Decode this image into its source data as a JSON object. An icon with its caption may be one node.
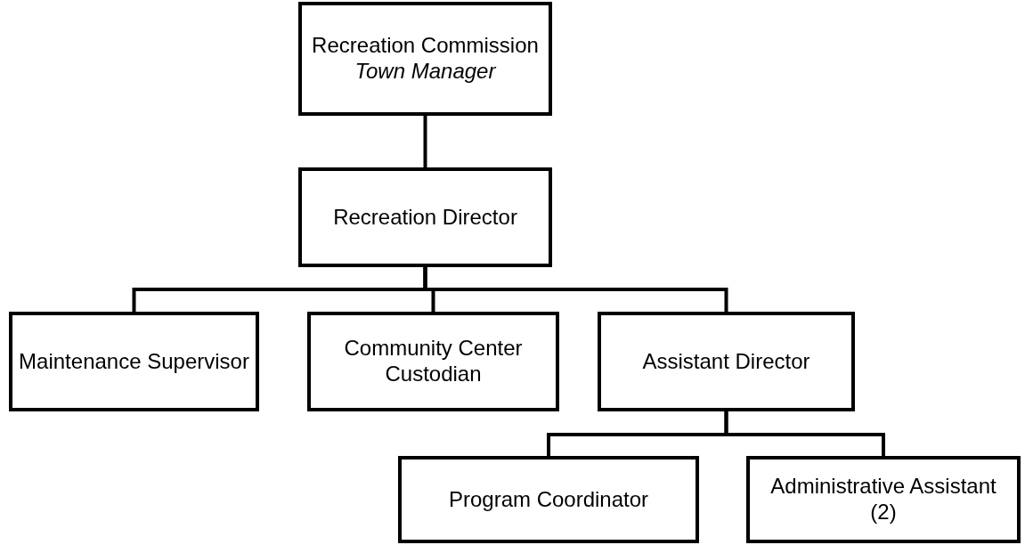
{
  "diagram": {
    "nodes": [
      {
        "text": [
          "Recreation Commission",
          "Town Manager"
        ]
      },
      {
        "text": [
          "Recreation Director"
        ]
      },
      {
        "text": [
          "Maintenance Supervisor"
        ]
      },
      {
        "text": [
          "Community Center Custodian"
        ]
      },
      {
        "text": [
          "Assistant Director"
        ]
      },
      {
        "text": [
          "Program Coordinator"
        ]
      },
      {
        "text": [
          "Administrative Assistant (2)"
        ]
      }
    ],
    "edges": [
      {
        "from": 0,
        "to": 1,
        "arrow": "none"
      },
      {
        "from": 1,
        "to": 2,
        "arrow": "none"
      },
      {
        "from": 1,
        "to": 3,
        "arrow": "none"
      },
      {
        "from": 1,
        "to": 4,
        "arrow": "none"
      },
      {
        "from": 4,
        "to": 5,
        "arrow": "none"
      },
      {
        "from": 4,
        "to": 6,
        "arrow": "none"
      }
    ]
  }
}
